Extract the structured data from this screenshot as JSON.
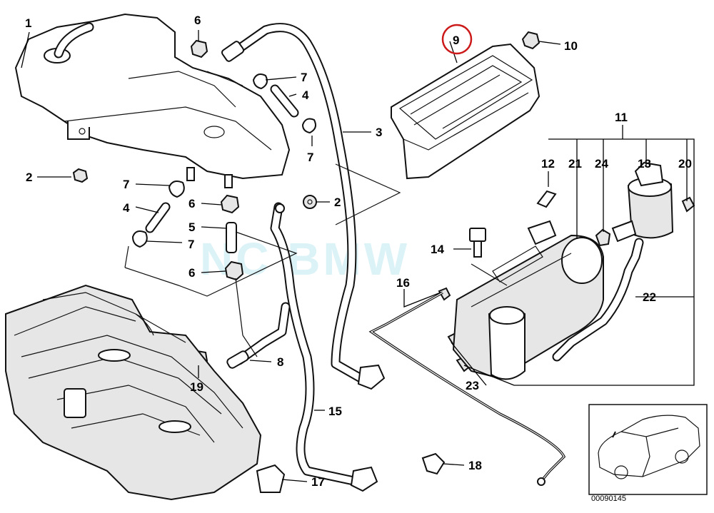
{
  "diagram": {
    "highlight_color": "#cc1a1a",
    "watermark": "NC BMW",
    "inset_code": "00090145",
    "labels": [
      {
        "id": "1",
        "text": "1"
      },
      {
        "id": "2a",
        "text": "2"
      },
      {
        "id": "2b",
        "text": "2"
      },
      {
        "id": "3",
        "text": "3"
      },
      {
        "id": "4a",
        "text": "4"
      },
      {
        "id": "4b",
        "text": "4"
      },
      {
        "id": "5",
        "text": "5"
      },
      {
        "id": "6a",
        "text": "6"
      },
      {
        "id": "6b",
        "text": "6"
      },
      {
        "id": "6c",
        "text": "6"
      },
      {
        "id": "7a",
        "text": "7"
      },
      {
        "id": "7b",
        "text": "7"
      },
      {
        "id": "7c",
        "text": "7"
      },
      {
        "id": "7d",
        "text": "7"
      },
      {
        "id": "8",
        "text": "8"
      },
      {
        "id": "9",
        "text": "9"
      },
      {
        "id": "10",
        "text": "10"
      },
      {
        "id": "11",
        "text": "11"
      },
      {
        "id": "12",
        "text": "12"
      },
      {
        "id": "13",
        "text": "13"
      },
      {
        "id": "14",
        "text": "14"
      },
      {
        "id": "15",
        "text": "15"
      },
      {
        "id": "16",
        "text": "16"
      },
      {
        "id": "17",
        "text": "17"
      },
      {
        "id": "18",
        "text": "18"
      },
      {
        "id": "19",
        "text": "19"
      },
      {
        "id": "20",
        "text": "20"
      },
      {
        "id": "21",
        "text": "21"
      },
      {
        "id": "22",
        "text": "22"
      },
      {
        "id": "23",
        "text": "23"
      },
      {
        "id": "24",
        "text": "24"
      }
    ]
  }
}
